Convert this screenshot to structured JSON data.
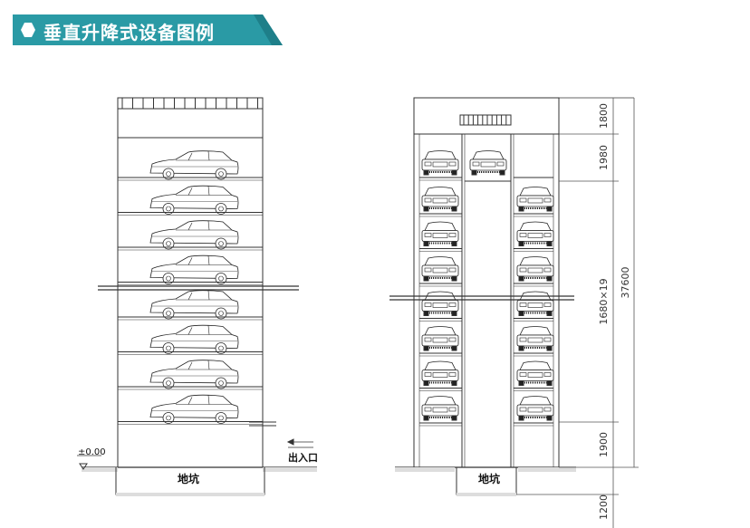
{
  "header": {
    "title": "垂直升降式设备图例",
    "accent": "#2a9aa5",
    "accent_dark": "#1e7f89"
  },
  "left_view": {
    "level_label": "±0.00",
    "pit_label": "地坑",
    "entrance_label": "出入口",
    "car_count": 8
  },
  "right_view": {
    "pit_label": "地坑",
    "dimensions": [
      "1800",
      "1980",
      "1680×19",
      "1900",
      "1200",
      "37600"
    ]
  }
}
